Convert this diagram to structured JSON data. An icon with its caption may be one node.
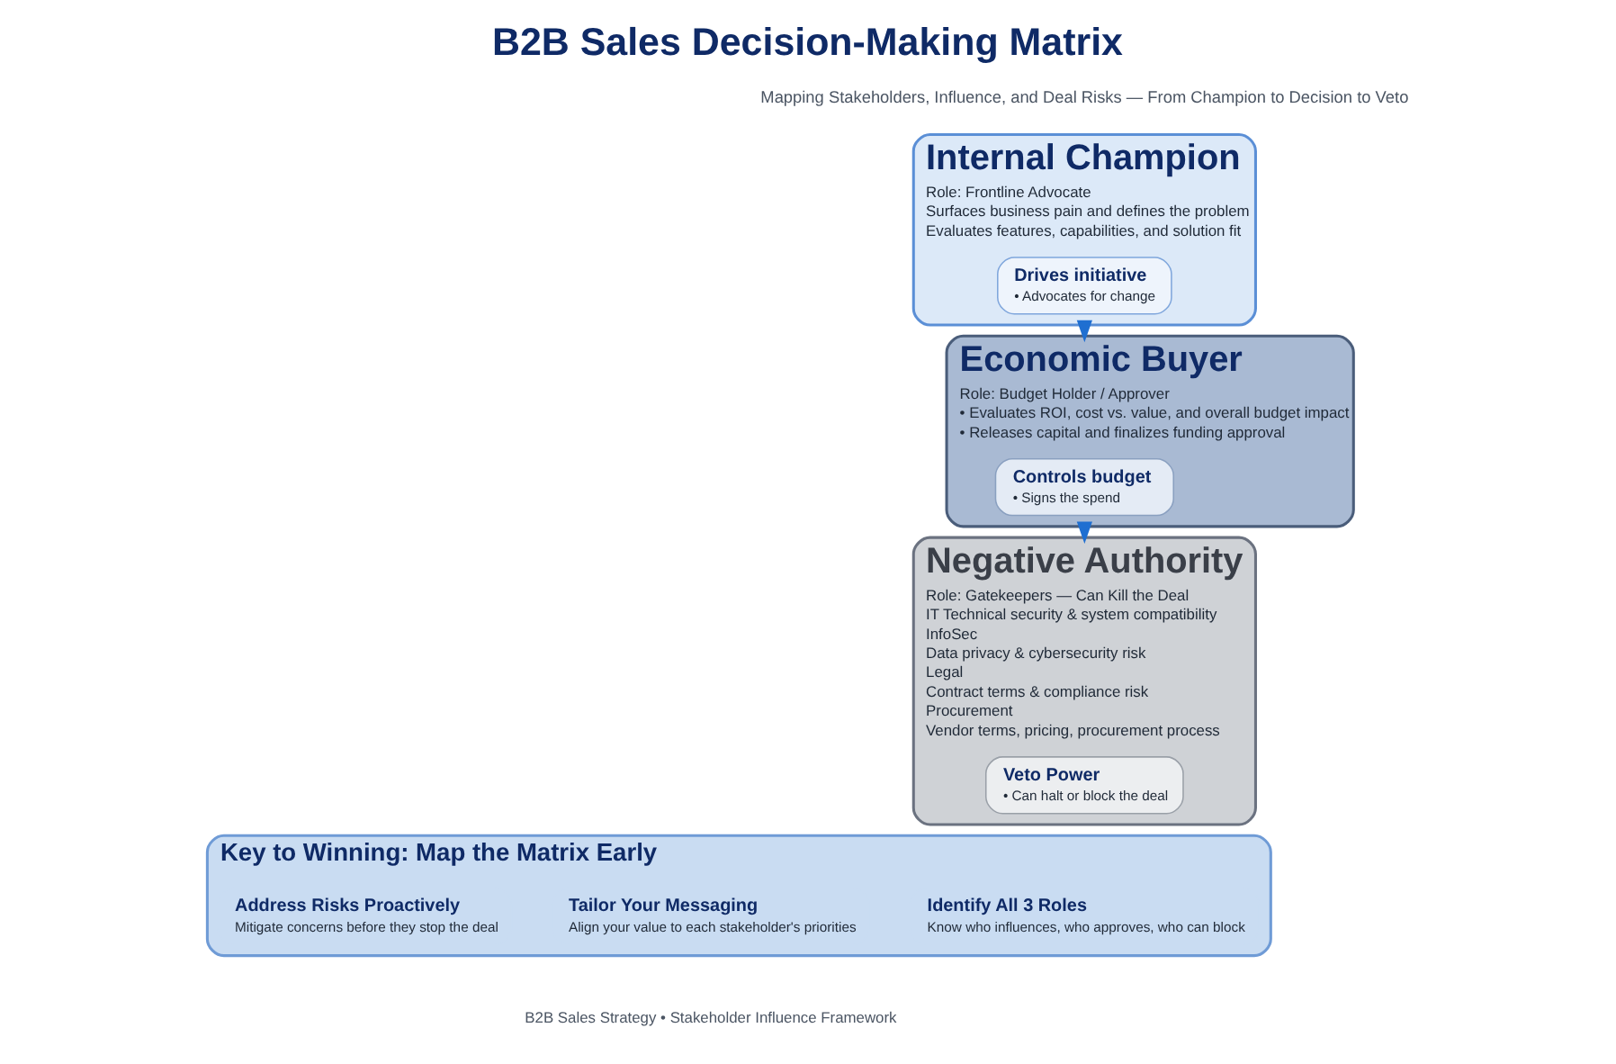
{
  "diagram": {
    "title": "B2B Sales Decision-Making Matrix",
    "caption": "B2B Sales Strategy • Stakeholder Influence Framework",
    "nodes": [
      {
        "text": [
          "Internal Champion",
          "Role: Frontline Advocate",
          "Surfaces business pain and defines the problem",
          "Evaluates features, capabilities, and solution fit"
        ]
      },
      {
        "text": [
          "Drives initiative",
          "• Advocates for change"
        ],
        "in": 0
      },
      {
        "text": [
          "Economic Buyer",
          "Role: Budget Holder / Approver",
          "• Evaluates ROI, cost vs. value, and overall budget impact",
          "• Releases capital and finalizes funding approval"
        ]
      },
      {
        "text": [
          "Controls budget",
          "• Signs the spend"
        ],
        "in": 2
      },
      {
        "text": [
          "Negative Authority",
          "Role: Gatekeepers — Can Kill the Deal",
          "IT Technical security & system compatibility",
          "InfoSec",
          "Data privacy & cybersecurity risk",
          "Legal",
          "Contract terms & compliance risk",
          "Procurement",
          "Vendor terms, pricing, procurement process"
        ]
      },
      {
        "text": [
          "Veto Power",
          "• Can halt or block the deal"
        ],
        "in": 4
      },
      {
        "text": [
          "Key to Winning: Map the Matrix Early"
        ]
      },
      {
        "text": [
          "Identify All 3 Roles",
          "Know who influences, who approves, who can block"
        ],
        "in": 6
      },
      {
        "text": [
          "Tailor Your Messaging",
          "Align your value to each stakeholder's priorities"
        ],
        "in": 6
      },
      {
        "text": [
          "Address Risks Proactively",
          "Mitigate concerns before they stop the deal"
        ],
        "in": 6
      }
    ],
    "edges": [
      {
        "from": 0,
        "to": 2,
        "arrow": "to"
      },
      {
        "from": 2,
        "to": 4,
        "arrow": "to"
      }
    ],
    "labels": [
      "Mapping Stakeholders, Influence, and Deal Risks — From Champion to Decision to Veto"
    ]
  }
}
